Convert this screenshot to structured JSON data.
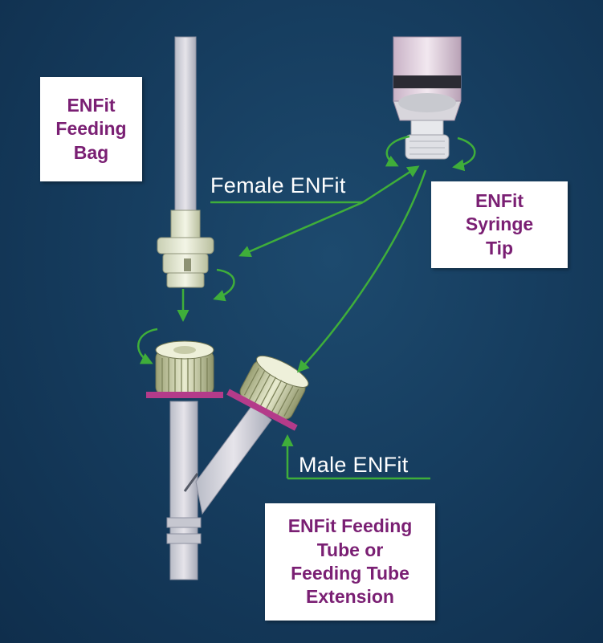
{
  "labels": {
    "feeding_bag": "ENFit\nFeeding\nBag",
    "female": "Female ENFit",
    "syringe_tip": "ENFit\nSyringe\nTip",
    "male": "Male ENFit",
    "feeding_tube": "ENFit Feeding\nTube or\nFeeding Tube\nExtension"
  },
  "colors": {
    "background": "#163d5f",
    "arrow": "#3fae3a",
    "box_text": "#7a1f73",
    "box_fill": "#ffffff"
  }
}
